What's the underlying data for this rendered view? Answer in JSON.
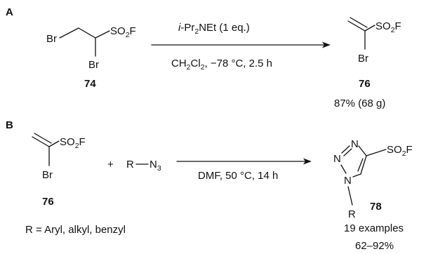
{
  "scheme_a": {
    "panel_label": "A",
    "reactant": {
      "br_left": "Br",
      "br_bottom": "Br",
      "so2f": {
        "a": "SO",
        "sub": "2",
        "b": "F"
      },
      "compound_number": "74"
    },
    "conditions": {
      "above": {
        "prefix": "i",
        "mid": "-Pr",
        "sub": "2",
        "rest": "NEt (1 eq.)"
      },
      "below": {
        "a": "CH",
        "sub1": "2",
        "b": "Cl",
        "sub2": "2",
        "c": ", −78 °C, 2.5 h"
      }
    },
    "product": {
      "br": "Br",
      "so2f": {
        "a": "SO",
        "sub": "2",
        "b": "F"
      },
      "compound_number": "76",
      "yield": "87% (68 g)"
    }
  },
  "scheme_b": {
    "panel_label": "B",
    "reactant1": {
      "br": "Br",
      "so2f": {
        "a": "SO",
        "sub": "2",
        "b": "F"
      },
      "compound_number": "76"
    },
    "plus": "+",
    "reactant2": {
      "r": "R",
      "n": "N",
      "sub": "3"
    },
    "conditions": "DMF, 50 °C, 14 h",
    "r_definition": "R = Aryl, alkyl, benzyl",
    "product": {
      "n_top": "N",
      "n_left": "N",
      "n_bottom": "N",
      "r": "R",
      "so2f": {
        "a": "SO",
        "sub": "2",
        "b": "F"
      },
      "compound_number": "78",
      "examples": "19 examples",
      "yield_range": "62–92%"
    }
  }
}
